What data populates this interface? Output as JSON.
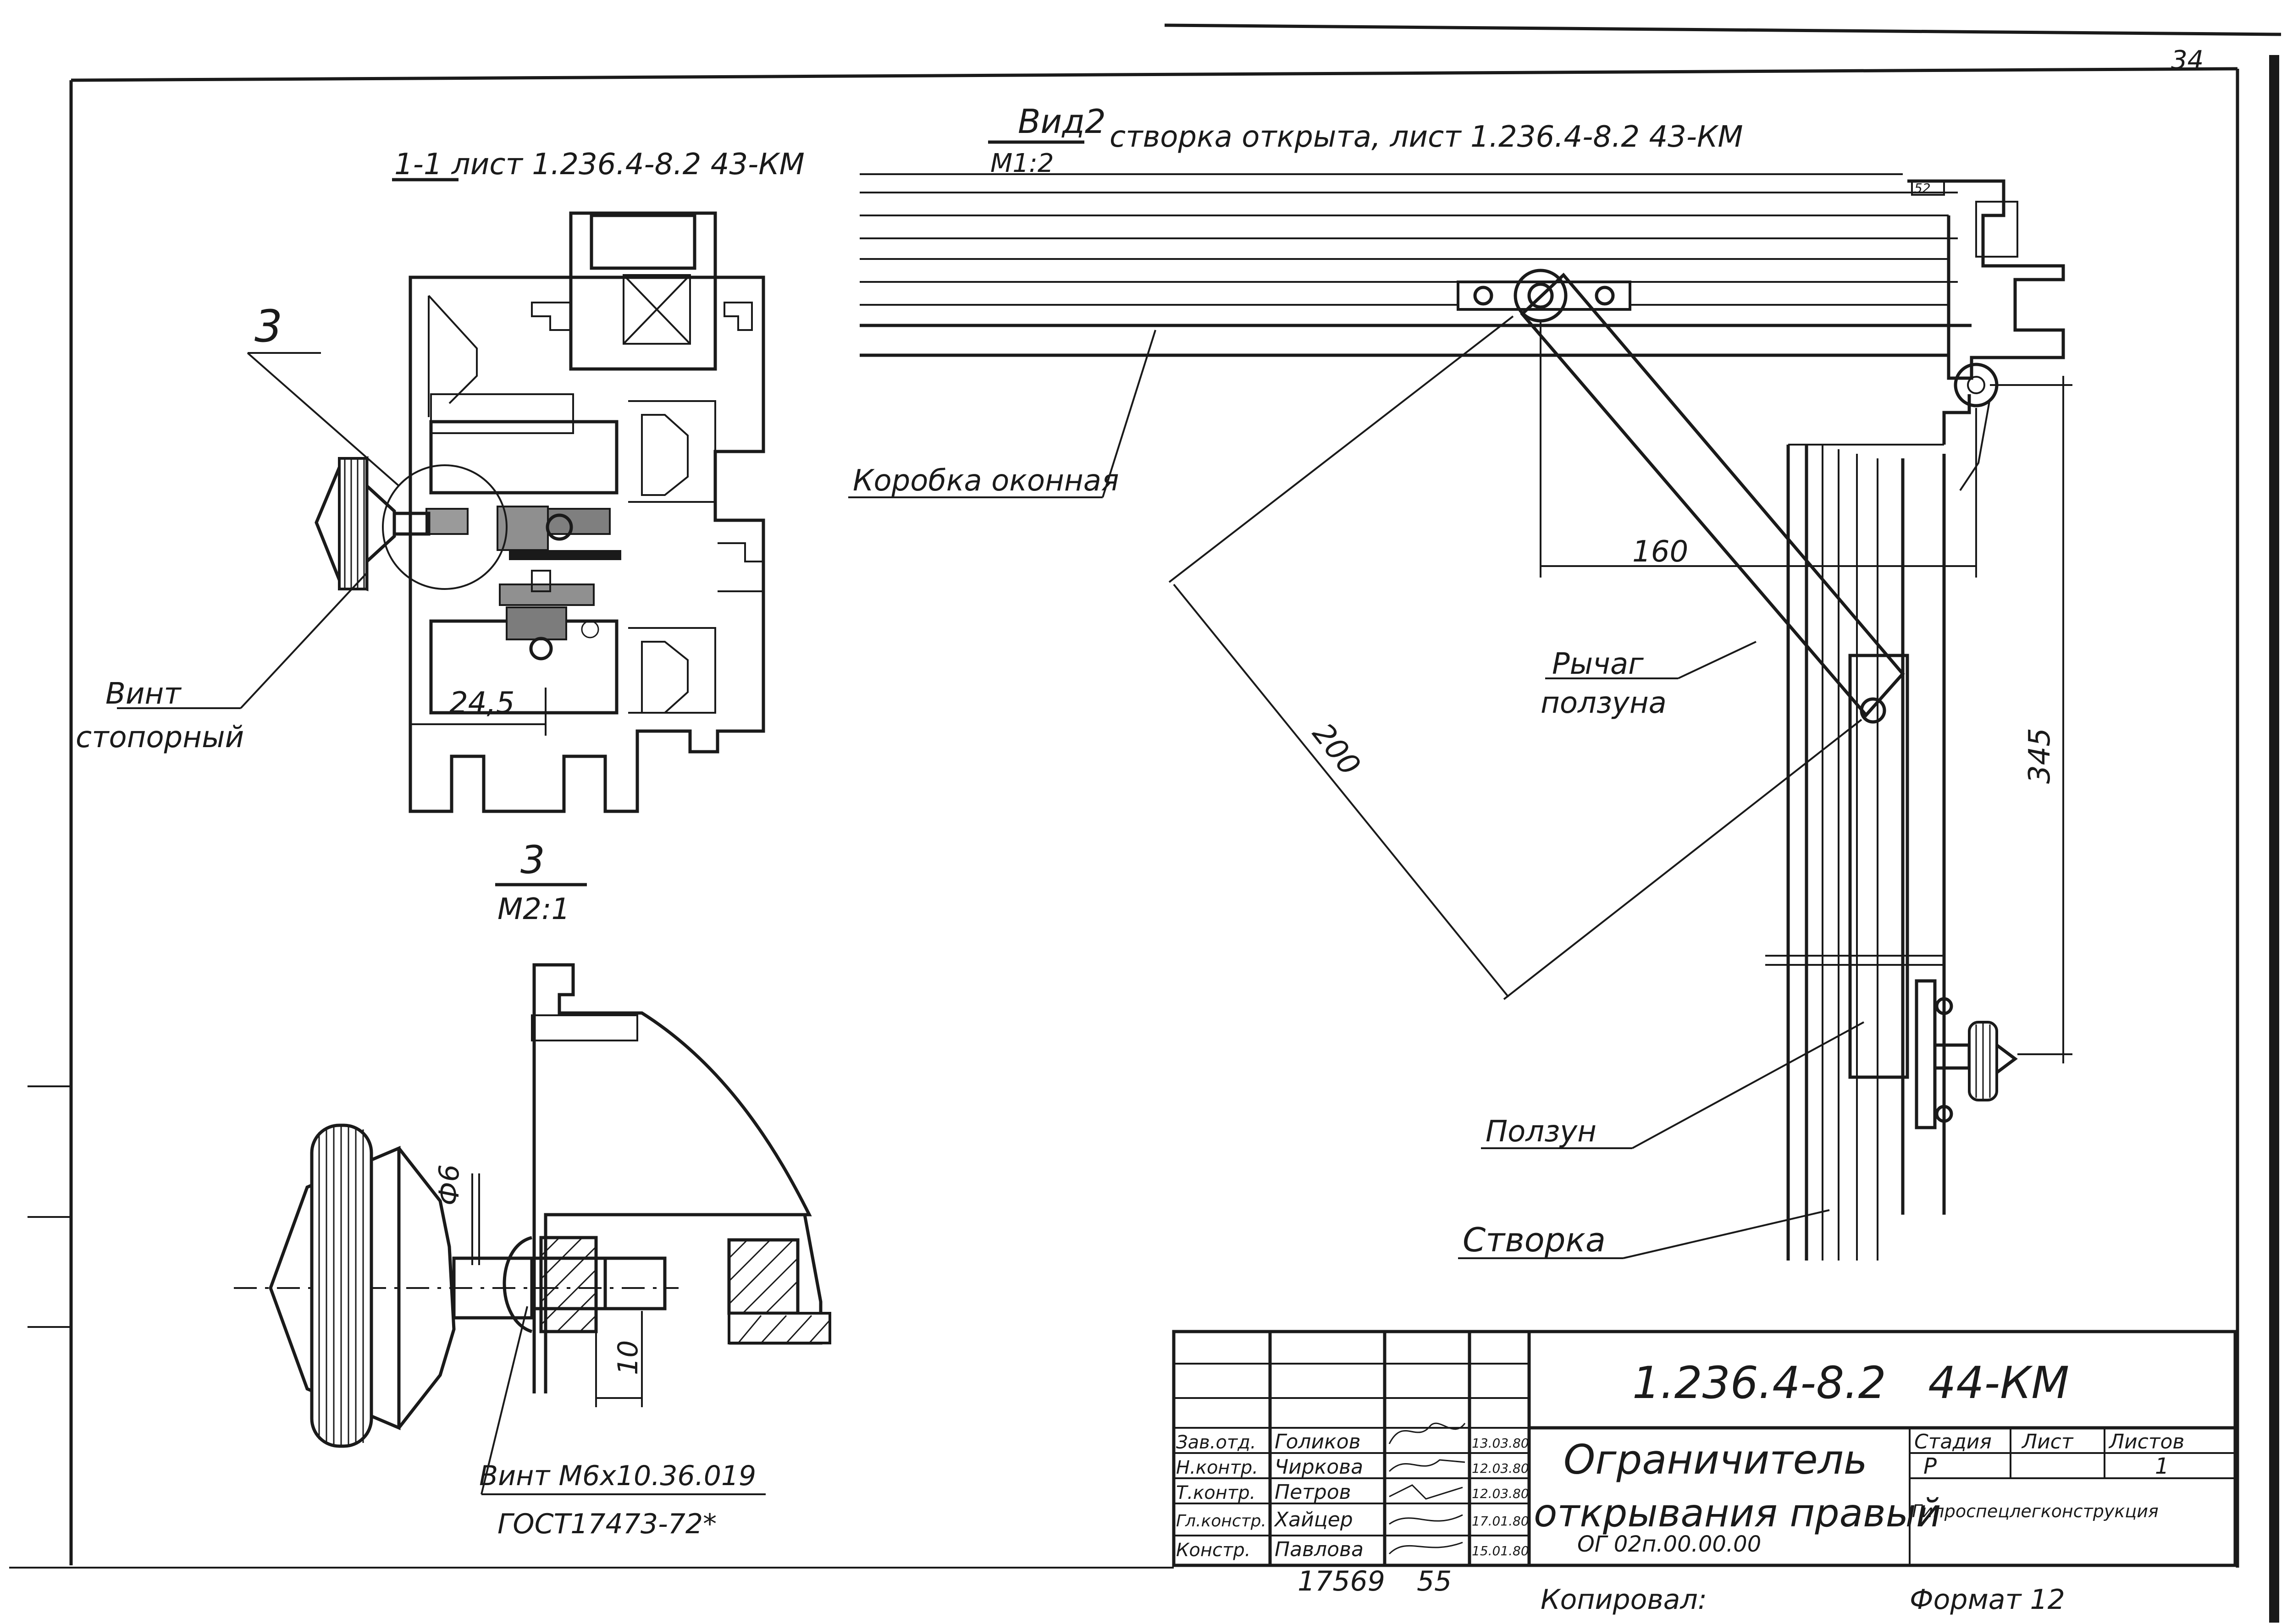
{
  "sheet_number_corner": "34",
  "section_1_1": {
    "title": "1-1 лист 1.236.4-8.2 43-КМ",
    "callout_number": "3",
    "dimension_24_5": "24,5",
    "screw_label_line1": "Винт",
    "screw_label_line2": "стопорный"
  },
  "view_2": {
    "title": "Вид2",
    "scale": "М1:2",
    "caption": "створка открыта, лист 1.236.4-8.2 43-КМ",
    "frame_label": "Коробка оконная",
    "lever_label_line1": "Рычаг",
    "lever_label_line2": "ползуна",
    "slider_label": "Ползун",
    "sash_label": "Створка",
    "dim_160": "160",
    "dim_200": "200",
    "dim_345": "345",
    "profile_mark": "52"
  },
  "detail_3": {
    "title": "3",
    "scale": "М2:1",
    "dim_phi6": "Ф6",
    "dim_10": "10",
    "screw_label_line1": "Винт М6х10.36.019",
    "screw_label_line2": "ГОСТ17473-72*"
  },
  "title_block": {
    "document_code": "1.236.4-8.2   44-КМ",
    "title_line1": "Ограничитель",
    "title_line2": "открывания правый",
    "designation": "ОГ 02п.00.00.00",
    "stage_header": "Стадия",
    "sheet_header": "Лист",
    "sheets_header": "Листов",
    "stage_value": "Р",
    "sheets_value": "1",
    "organization": "Гипроспецлегконструкция",
    "rows": [
      {
        "role": "Зав.отд.",
        "name": "Голиков",
        "date": "13.03.80"
      },
      {
        "role": "Н.контр.",
        "name": "Чиркова",
        "date": "12.03.80"
      },
      {
        "role": "Т.контр.",
        "name": "Петров",
        "date": "12.03.80"
      },
      {
        "role": "Гл.констр.",
        "name": "Хайцер",
        "date": "17.01.80"
      },
      {
        "role": "Констр.",
        "name": "Павлова",
        "date": "15.01.80"
      }
    ]
  },
  "footer": {
    "inventory_number": "17569",
    "page_number": "55",
    "copied_by": "Копировал:",
    "format": "Формат 12"
  }
}
